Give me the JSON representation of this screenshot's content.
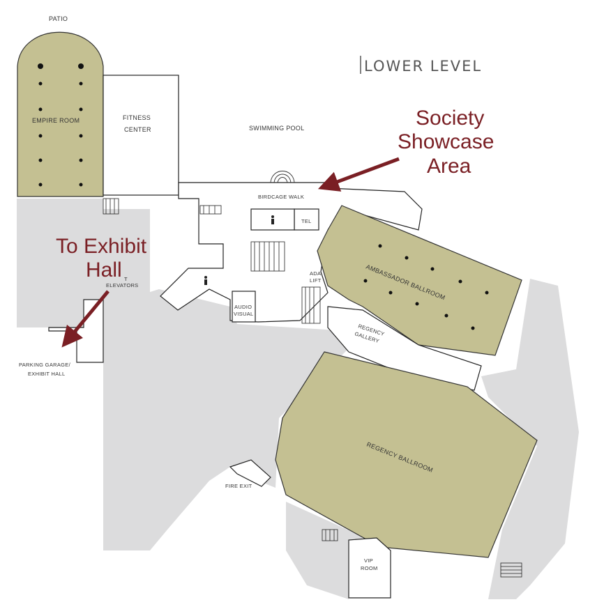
{
  "map": {
    "title": "LOWER LEVEL",
    "labels": {
      "patio": "PATIO",
      "empire_room": "EMPIRE ROOM",
      "fitness_1": "FITNESS",
      "fitness_2": "CENTER",
      "swimming_pool": "SWIMMING POOL",
      "birdcage_walk": "BIRDCAGE WALK",
      "tel": "TEL",
      "elevators": "ELEVATORS",
      "elevators_t": "T",
      "ada_1": "ADA",
      "ada_2": "LIFT",
      "audio_1": "AUDIO",
      "audio_2": "VISUAL",
      "ambassador": "AMBASSADOR BALLROOM",
      "regency_gallery_1": "REGENCY",
      "regency_gallery_2": "GALLERY",
      "regency_ballroom": "REGENCY BALLROOM",
      "fire_exit": "FIRE EXIT",
      "vip_1": "VIP",
      "vip_2": "ROOM",
      "parking_1": "PARKING GARAGE/",
      "parking_2": "EXHIBIT HALL"
    },
    "callouts": {
      "society_1": "Society",
      "society_2": "Showcase",
      "society_3": "Area",
      "exhibit_1": "To Exhibit",
      "exhibit_2": "Hall"
    },
    "colors": {
      "room_fill": "#c4c092",
      "corridor_grey": "#dcdcdd",
      "callout": "#7a1f24"
    }
  }
}
